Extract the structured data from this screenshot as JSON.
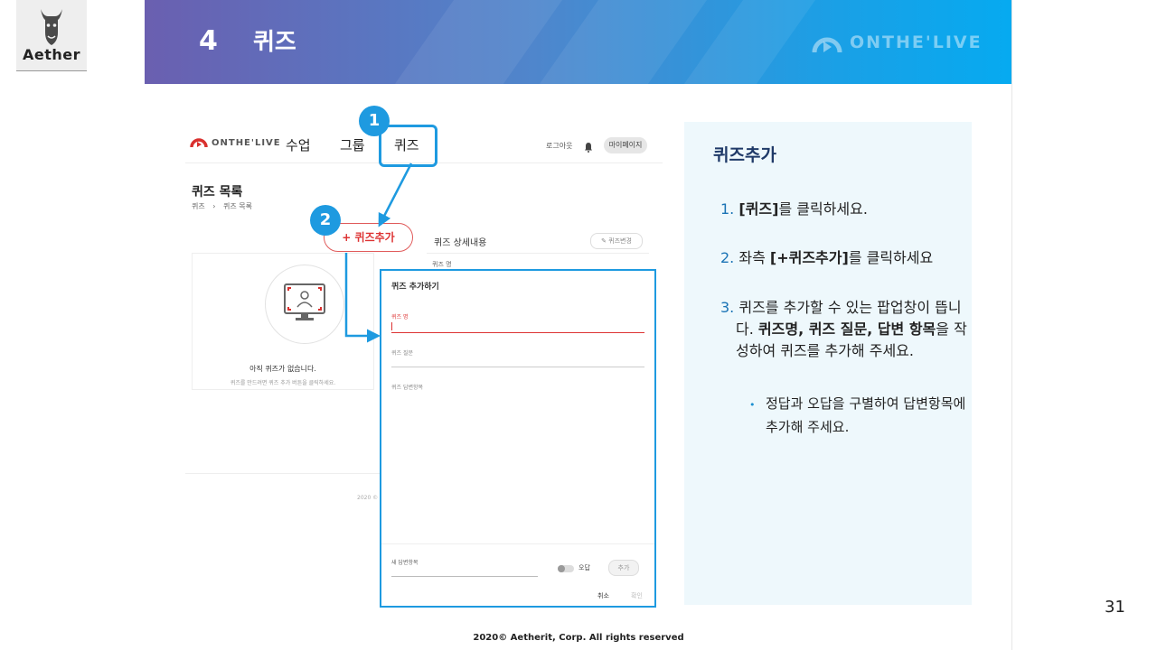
{
  "logo": {
    "text": "Aether"
  },
  "header": {
    "section_number": "4",
    "section_title": "퀴즈",
    "brand": "ONTHE'LIVE"
  },
  "app": {
    "logo_text": "ONTHE'LIVE",
    "nav": [
      "수업",
      "그룹",
      "퀴즈"
    ],
    "logout": "로그아웃",
    "mypage": "마이페이지",
    "list_title": "퀴즈 목록",
    "breadcrumb": [
      "퀴즈",
      "퀴즈 목록"
    ],
    "breadcrumb_sep": "›",
    "add_button": "+ 퀴즈추가",
    "detail_title": "퀴즈 상세내용",
    "edit_button": "퀴즈변경",
    "detail_field": "퀴즈 명",
    "empty_title": "아직 퀴즈가 없습니다.",
    "empty_sub": "퀴즈를 만드려면 퀴즈 추가 버튼을 클릭하세요.",
    "footer_text": "2020 ©",
    "popup": {
      "title": "퀴즈 추가하기",
      "name_label": "퀴즈 명",
      "question_label": "퀴즈 질문",
      "answers_label": "퀴즈 답변항목",
      "new_answer_label": "새 답변항목",
      "wrong_toggle": "오답",
      "add_button": "추가",
      "cancel_button": "취소",
      "confirm_button": "확인"
    }
  },
  "markers": [
    "1",
    "2"
  ],
  "panel": {
    "title": "퀴즈추가",
    "steps": [
      {
        "num": "1.",
        "parts": [
          {
            "b": true,
            "t": "[퀴즈]"
          },
          {
            "b": false,
            "t": "를 클릭하세요."
          }
        ]
      },
      {
        "num": "2.",
        "parts": [
          {
            "b": false,
            "t": "좌측 "
          },
          {
            "b": true,
            "t": "[+퀴즈추가]"
          },
          {
            "b": false,
            "t": "를 클릭하세요"
          }
        ]
      },
      {
        "num": "3.",
        "parts": [
          {
            "b": false,
            "t": "퀴즈를 추가할 수 있는 팝업창이 뜹니다. "
          },
          {
            "b": true,
            "t": "퀴즈명, 퀴즈 질문, 답변 항목"
          },
          {
            "b": false,
            "t": "을 작성하여 퀴즈를 추가해 주세요."
          }
        ]
      }
    ],
    "sub_bullet": "정답과 오답을 구별하여 답변항목에 추가해 주세요.",
    "bullet_char": "•"
  },
  "page_number": "31",
  "footer": "2020© Aetherit, Corp. All rights reserved",
  "colors": {
    "accent": "#1e9ae0",
    "header_start": "#6a5fb0",
    "header_end": "#06aaf0",
    "panel_bg": "#eef8fc",
    "add_red": "#e05a5a"
  }
}
